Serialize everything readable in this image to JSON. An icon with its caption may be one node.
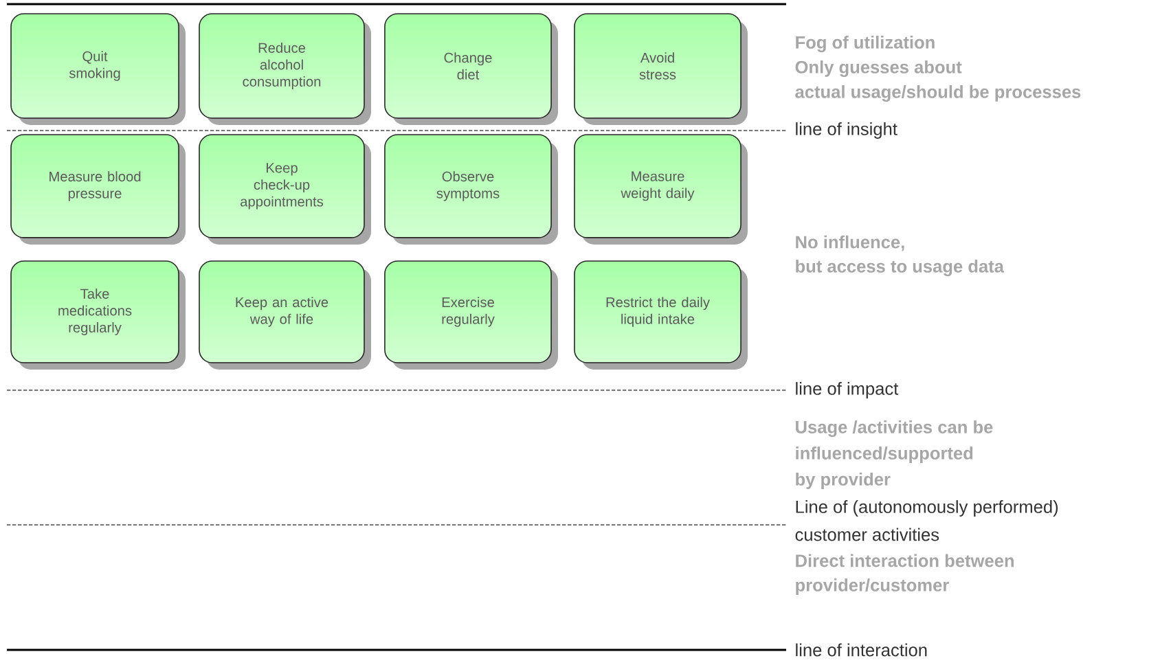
{
  "diagram": {
    "nodes": [
      {
        "text": [
          "Quit smoking"
        ]
      },
      {
        "text": [
          "Reduce alcohol consumption"
        ]
      },
      {
        "text": [
          "Change diet"
        ]
      },
      {
        "text": [
          "Avoid stress"
        ]
      },
      {
        "text": [
          "Measure blood pressure"
        ]
      },
      {
        "text": [
          "Keep check-up appointments"
        ]
      },
      {
        "text": [
          "Observe symptoms"
        ]
      },
      {
        "text": [
          "Measure weight daily"
        ]
      },
      {
        "text": [
          "Take medications regularly"
        ]
      },
      {
        "text": [
          "Keep an active way of life"
        ]
      },
      {
        "text": [
          "Exercise regularly"
        ]
      },
      {
        "text": [
          "Restrict the daily liquid intake"
        ]
      }
    ],
    "labels": [
      "Fog of utilization",
      "Only guesses about",
      "actual usage/should be processes",
      "line of insight",
      "No influence,",
      "but access to usage data",
      "line of impact",
      "Usage /activities can be",
      "influenced/supported",
      "by provider",
      "Line of (autonomously performed)",
      "customer activities",
      "Direct interaction between",
      "provider/customer",
      "line of interaction"
    ]
  }
}
